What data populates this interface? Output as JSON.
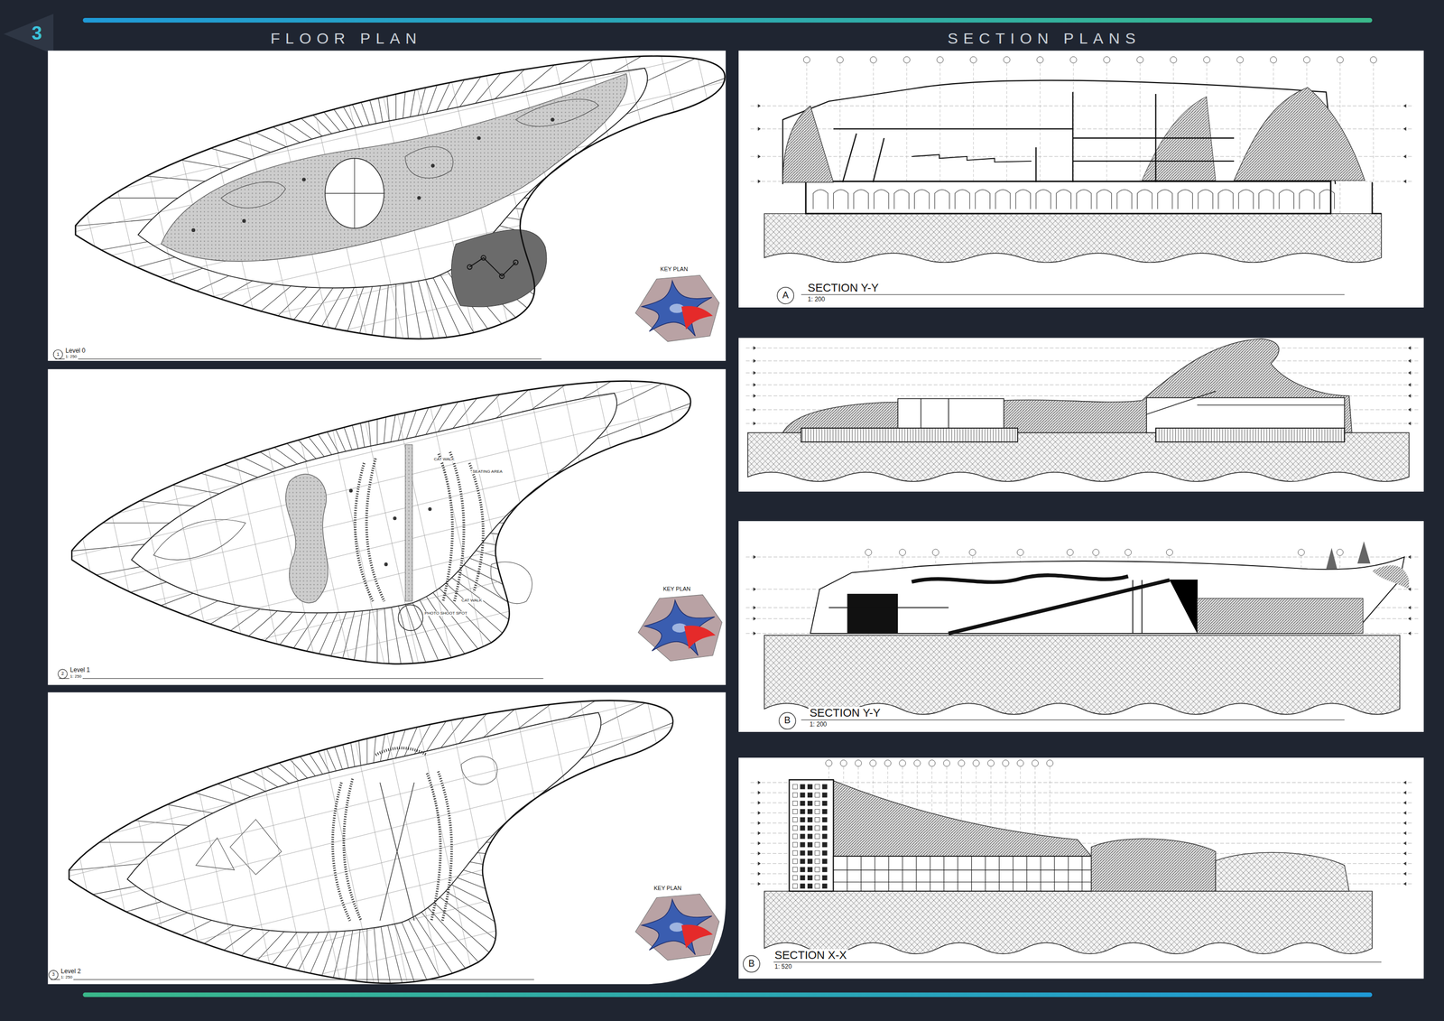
{
  "diagram": {
    "labels": [
      "3",
      "FLOOR PLAN",
      "SECTION PLANS",
      "KEY PLAN",
      "1",
      "Level 0",
      "1: 250",
      "CAT WALK",
      "SEATING AREA",
      "CAT WALK",
      "PHOTO SHOOT SPOT",
      "KEY PLAN",
      "2",
      "Level 1",
      "1: 250",
      "KEY PLAN",
      "3",
      "Level 2",
      "1: 250",
      "A",
      "SECTION Y-Y",
      "1: 200",
      "B",
      "SECTION Y-Y",
      "1: 200",
      "B",
      "SECTION X-X",
      "1: 520"
    ]
  }
}
